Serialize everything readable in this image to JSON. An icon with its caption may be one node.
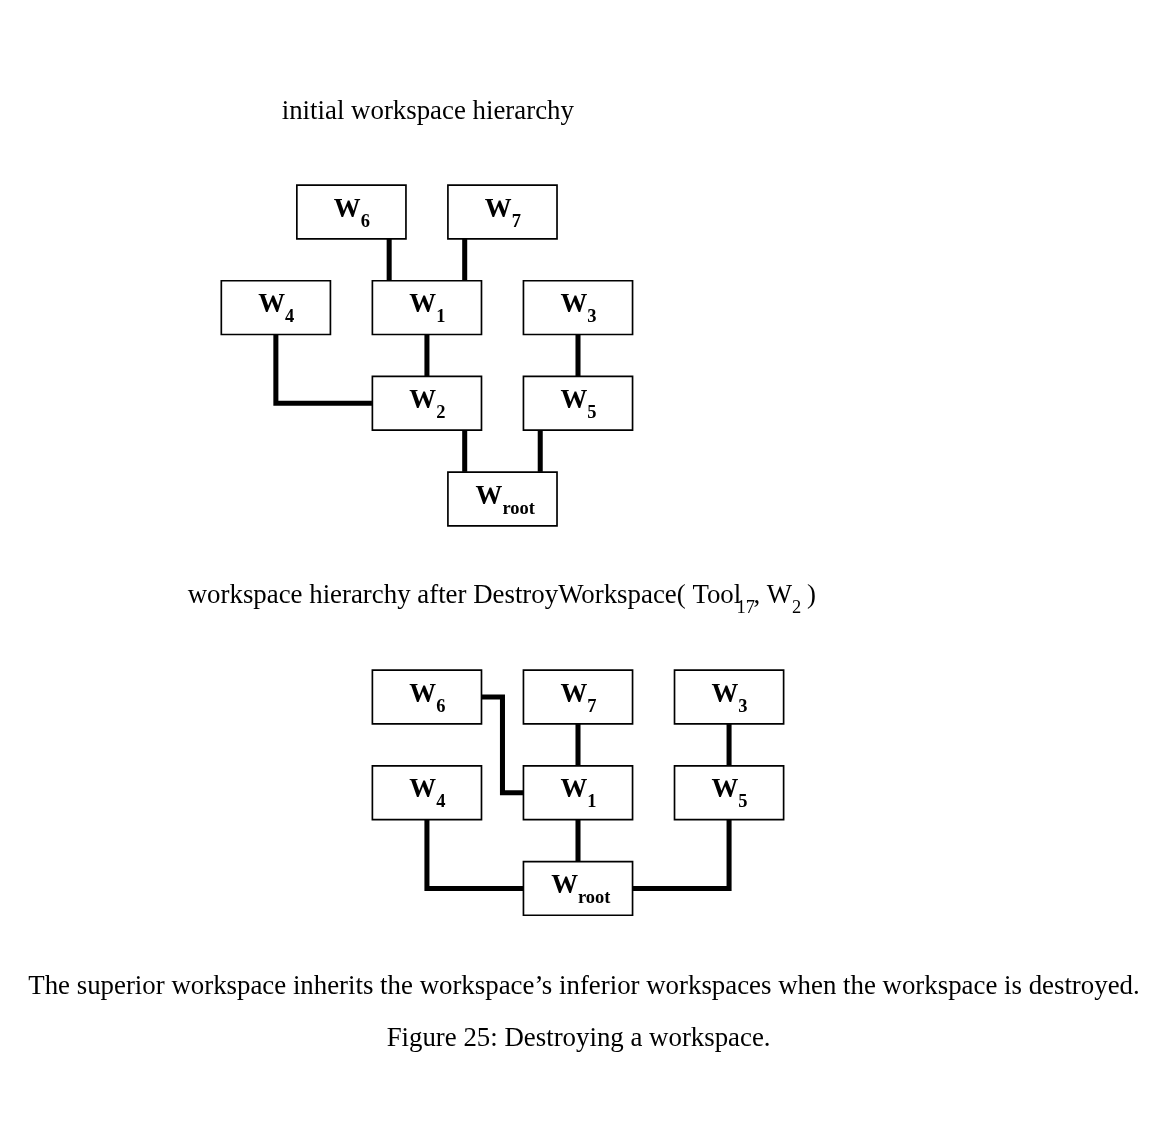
{
  "diagram": {
    "caption": "Figure 25: Destroying a workspace.",
    "nodes": [
      {
        "text": [
          "W$_{6}$"
        ]
      },
      {
        "text": [
          "W$_{7}$"
        ]
      },
      {
        "text": [
          "W$_{4}$"
        ]
      },
      {
        "text": [
          "W$_{1}$"
        ]
      },
      {
        "text": [
          "W$_{3}$"
        ]
      },
      {
        "text": [
          "W$_{2}$"
        ]
      },
      {
        "text": [
          "W$_{5}$"
        ]
      },
      {
        "text": [
          "W$_{root}$"
        ]
      },
      {
        "text": [
          "W$_{6}$"
        ]
      },
      {
        "text": [
          "W$_{7}$"
        ]
      },
      {
        "text": [
          "W$_{3}$"
        ]
      },
      {
        "text": [
          "W$_{4}$"
        ]
      },
      {
        "text": [
          "W$_{1}$"
        ]
      },
      {
        "text": [
          "W$_{5}$"
        ]
      },
      {
        "text": [
          "W$_{root}$"
        ]
      }
    ],
    "edges": [
      {
        "from": 7,
        "to": 5,
        "arrow": "none"
      },
      {
        "from": 7,
        "to": 6,
        "arrow": "none"
      },
      {
        "from": 5,
        "to": 2,
        "arrow": "none"
      },
      {
        "from": 5,
        "to": 3,
        "arrow": "none"
      },
      {
        "from": 3,
        "to": 0,
        "arrow": "none"
      },
      {
        "from": 3,
        "to": 1,
        "arrow": "none"
      },
      {
        "from": 6,
        "to": 4,
        "arrow": "none"
      },
      {
        "from": 14,
        "to": 11,
        "arrow": "none"
      },
      {
        "from": 14,
        "to": 12,
        "arrow": "none"
      },
      {
        "from": 14,
        "to": 13,
        "arrow": "none"
      },
      {
        "from": 12,
        "to": 8,
        "arrow": "none"
      },
      {
        "from": 12,
        "to": 9,
        "arrow": "none"
      },
      {
        "from": 13,
        "to": 10,
        "arrow": "none"
      }
    ],
    "labels": [
      "initial workspace hierarchy",
      "workspace hierarchy after DestroyWorkspace( Tool$_{17}$, W$_{2}$ )",
      "The superior workspace inherits the workspace’s inferior workspaces when the workspace is destroyed."
    ]
  }
}
